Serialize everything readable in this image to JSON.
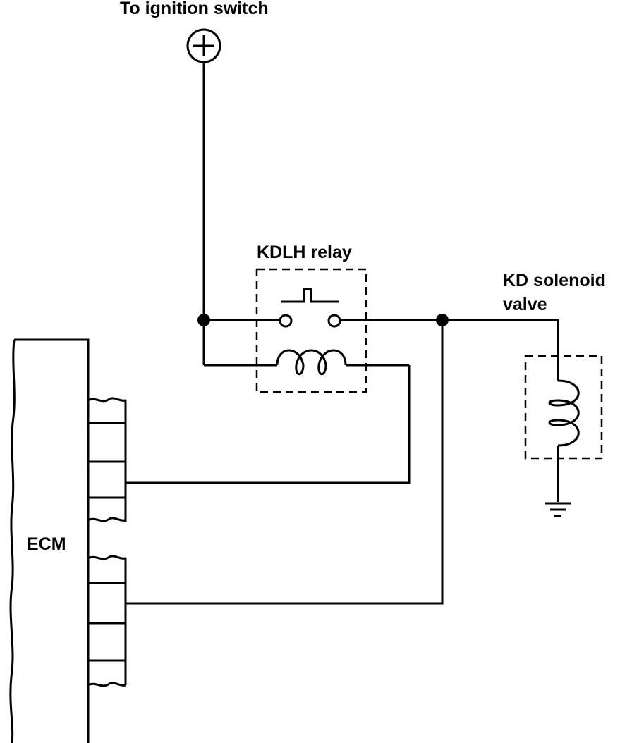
{
  "labels": {
    "ignition": "To ignition switch",
    "relay": "KDLH relay",
    "solenoid_line1": "KD solenoid",
    "solenoid_line2": "valve",
    "ecm": "ECM"
  },
  "icons": {
    "positive_terminal": "plus-circle-icon",
    "ground": "ground-icon",
    "junction": "junction-dot-icon",
    "coil": "coil-icon"
  },
  "colors": {
    "line": "#000000",
    "background": "#ffffff"
  }
}
